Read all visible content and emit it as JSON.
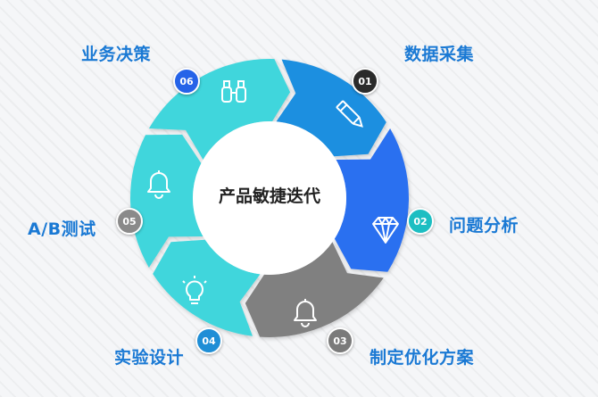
{
  "center_title": "产品敏捷迭代",
  "steps": [
    {
      "num": "01",
      "title": "数据采集",
      "icon": "pencil-icon",
      "color": "#1a8fe0"
    },
    {
      "num": "02",
      "title": "问题分析",
      "icon": "diamond-icon",
      "color": "#2c6ff0"
    },
    {
      "num": "03",
      "title": "制定优化方案",
      "icon": "bell-icon",
      "color": "#808080"
    },
    {
      "num": "04",
      "title": "实验设计",
      "icon": "lightbulb-icon",
      "color": "#3fd6dc"
    },
    {
      "num": "05",
      "title": "A/B测试",
      "icon": "bell-icon",
      "color": "#3fd6dc"
    },
    {
      "num": "06",
      "title": "业务决策",
      "icon": "binoculars-icon",
      "color": "#3fd6dc"
    }
  ],
  "colors": {
    "title_text": "#1a79d4",
    "badge_dark": "#2b2b2b",
    "badge_teal": "#1dbec2",
    "badge_gray": "#6f6f6f",
    "badge_blue": "#2563e8",
    "badge_slate": "#8a8a8a"
  }
}
